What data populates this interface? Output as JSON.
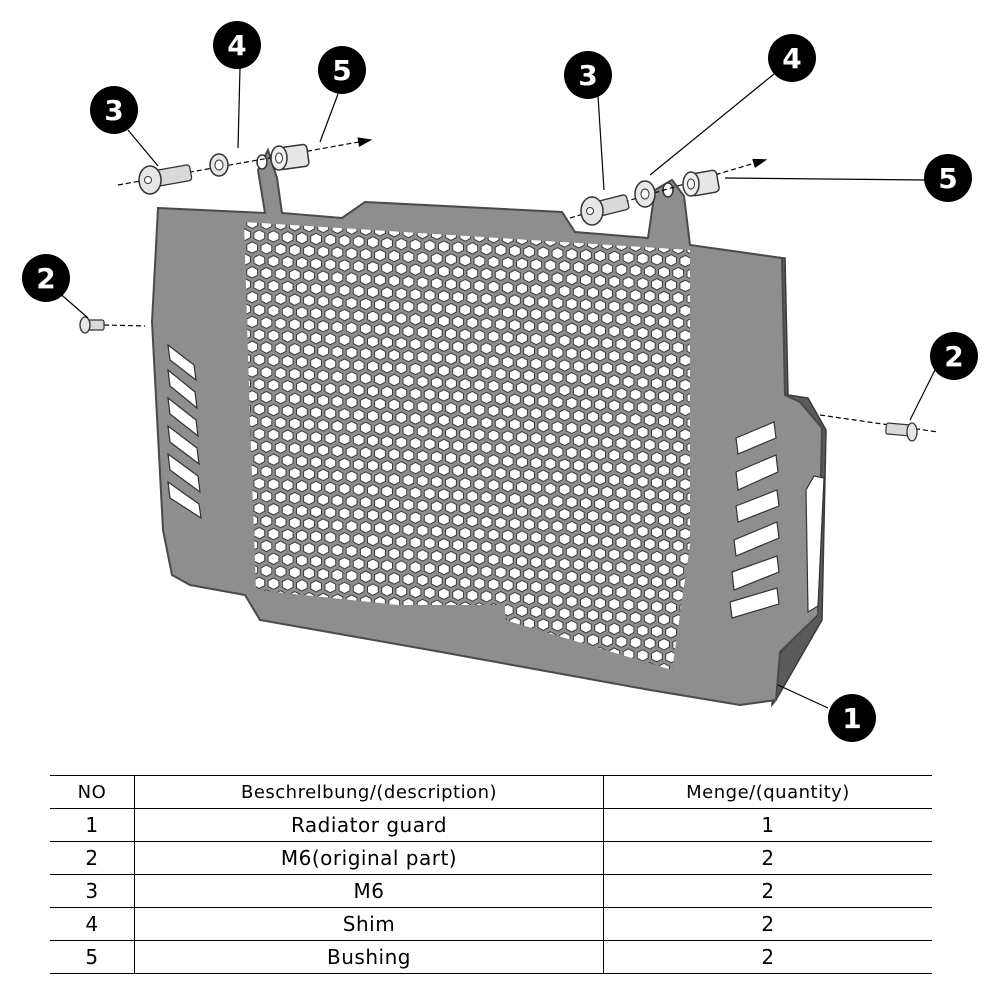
{
  "diagram": {
    "callouts": [
      {
        "label": "1",
        "part": "Radiator guard"
      },
      {
        "label": "2",
        "part": "M6(original part)"
      },
      {
        "label": "2",
        "part": "M6(original part)"
      },
      {
        "label": "3",
        "part": "M6"
      },
      {
        "label": "3",
        "part": "M6"
      },
      {
        "label": "4",
        "part": "Shim"
      },
      {
        "label": "4",
        "part": "Shim"
      },
      {
        "label": "5",
        "part": "Bushing"
      },
      {
        "label": "5",
        "part": "Bushing"
      }
    ],
    "colors": {
      "guard": "#8e8e8e",
      "guard_edge": "#4a4a4a",
      "callout": "#000000",
      "hardware": "#d9d9d9"
    }
  },
  "table": {
    "headers": {
      "no": "NO",
      "description": "Beschrelbung/(description)",
      "quantity": "Menge/(quantity)"
    },
    "rows": [
      {
        "no": "1",
        "description": "Radiator guard",
        "quantity": "1"
      },
      {
        "no": "2",
        "description": "M6(original part)",
        "quantity": "2"
      },
      {
        "no": "3",
        "description": "M6",
        "quantity": "2"
      },
      {
        "no": "4",
        "description": "Shim",
        "quantity": "2"
      },
      {
        "no": "5",
        "description": "Bushing",
        "quantity": "2"
      }
    ]
  }
}
